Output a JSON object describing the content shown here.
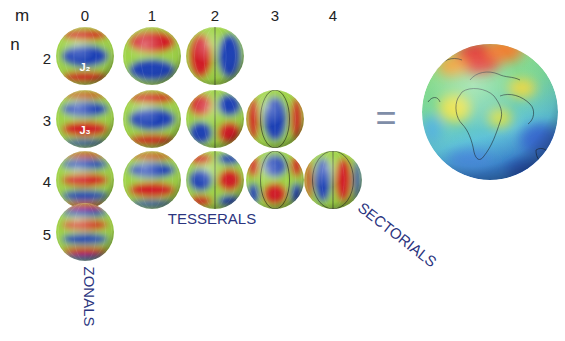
{
  "diagram": {
    "nodes": [
      {
        "text": [
          "J₂"
        ]
      },
      {
        "text": [
          "J₃"
        ]
      }
    ],
    "labels": [
      "m",
      "0",
      "1",
      "2",
      "3",
      "4",
      "n",
      "2",
      "3",
      "4",
      "5",
      "=",
      "TESSERALS",
      "SECTORIALS",
      "ZONALS"
    ]
  }
}
